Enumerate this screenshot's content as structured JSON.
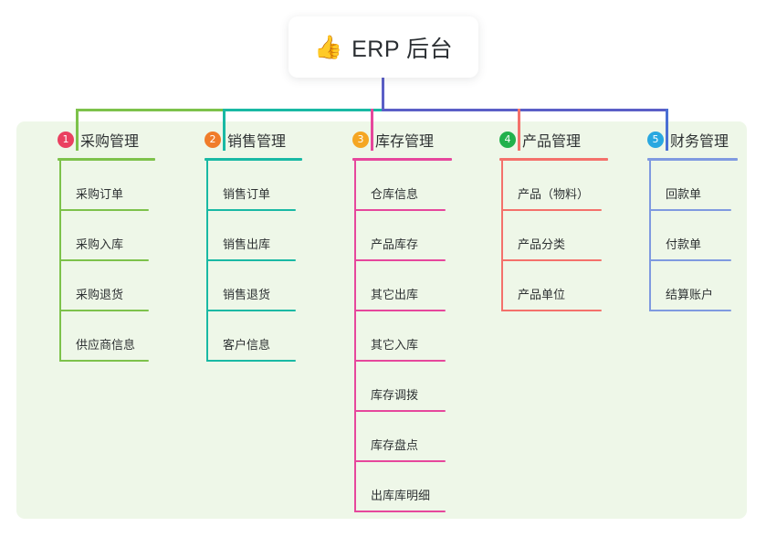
{
  "title_card": {
    "icon": "thumbs-up-emoji",
    "icon_glyph": "👍",
    "text": "ERP 后台"
  },
  "panel": {
    "background_color": "#eef7e8"
  },
  "connectors": {
    "stem_color": "#5b5fc7",
    "bus_left_color": "#7dc24b",
    "bus_mid_color": "#19b9a4",
    "bus_right_color": "#5b5fc7",
    "drop_colors": [
      "#7dc24b",
      "#19b9a4",
      "#e6479c",
      "#f4716b",
      "#4a6fd4"
    ]
  },
  "columns": [
    {
      "number": "1",
      "title": "采购管理",
      "badge_color": "#ea4060",
      "line_color": "#7dc24b",
      "items": [
        "采购订单",
        "采购入库",
        "采购退货",
        "供应商信息"
      ]
    },
    {
      "number": "2",
      "title": "销售管理",
      "badge_color": "#f07c2a",
      "line_color": "#19b9a4",
      "items": [
        "销售订单",
        "销售出库",
        "销售退货",
        "客户信息"
      ]
    },
    {
      "number": "3",
      "title": "库存管理",
      "badge_color": "#f5a623",
      "line_color": "#e6479c",
      "items": [
        "仓库信息",
        "产品库存",
        "其它出库",
        "其它入库",
        "库存调拨",
        "库存盘点",
        "出库库明细"
      ]
    },
    {
      "number": "4",
      "title": "产品管理",
      "badge_color": "#22b14c",
      "line_color": "#f4716b",
      "items": [
        "产品（物料）",
        "产品分类",
        "产品单位"
      ]
    },
    {
      "number": "5",
      "title": "财务管理",
      "badge_color": "#29a8e0",
      "line_color": "#7f9ae0",
      "items": [
        "回款单",
        "付款单",
        "结算账户"
      ]
    }
  ]
}
